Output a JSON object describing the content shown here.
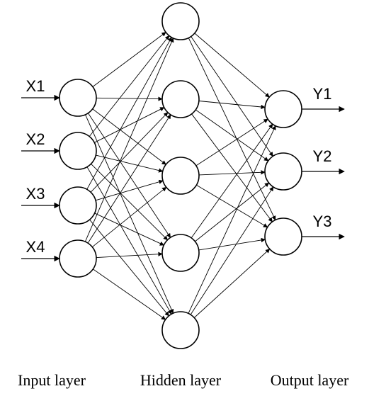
{
  "inputs": [
    "X1",
    "X2",
    "X3",
    "X4"
  ],
  "outputs": [
    "Y1",
    "Y2",
    "Y3"
  ],
  "hidden_count": 5,
  "labels": {
    "input_layer": "Input layer",
    "hidden_layer": "Hidden layer",
    "output_layer": "Output layer"
  }
}
